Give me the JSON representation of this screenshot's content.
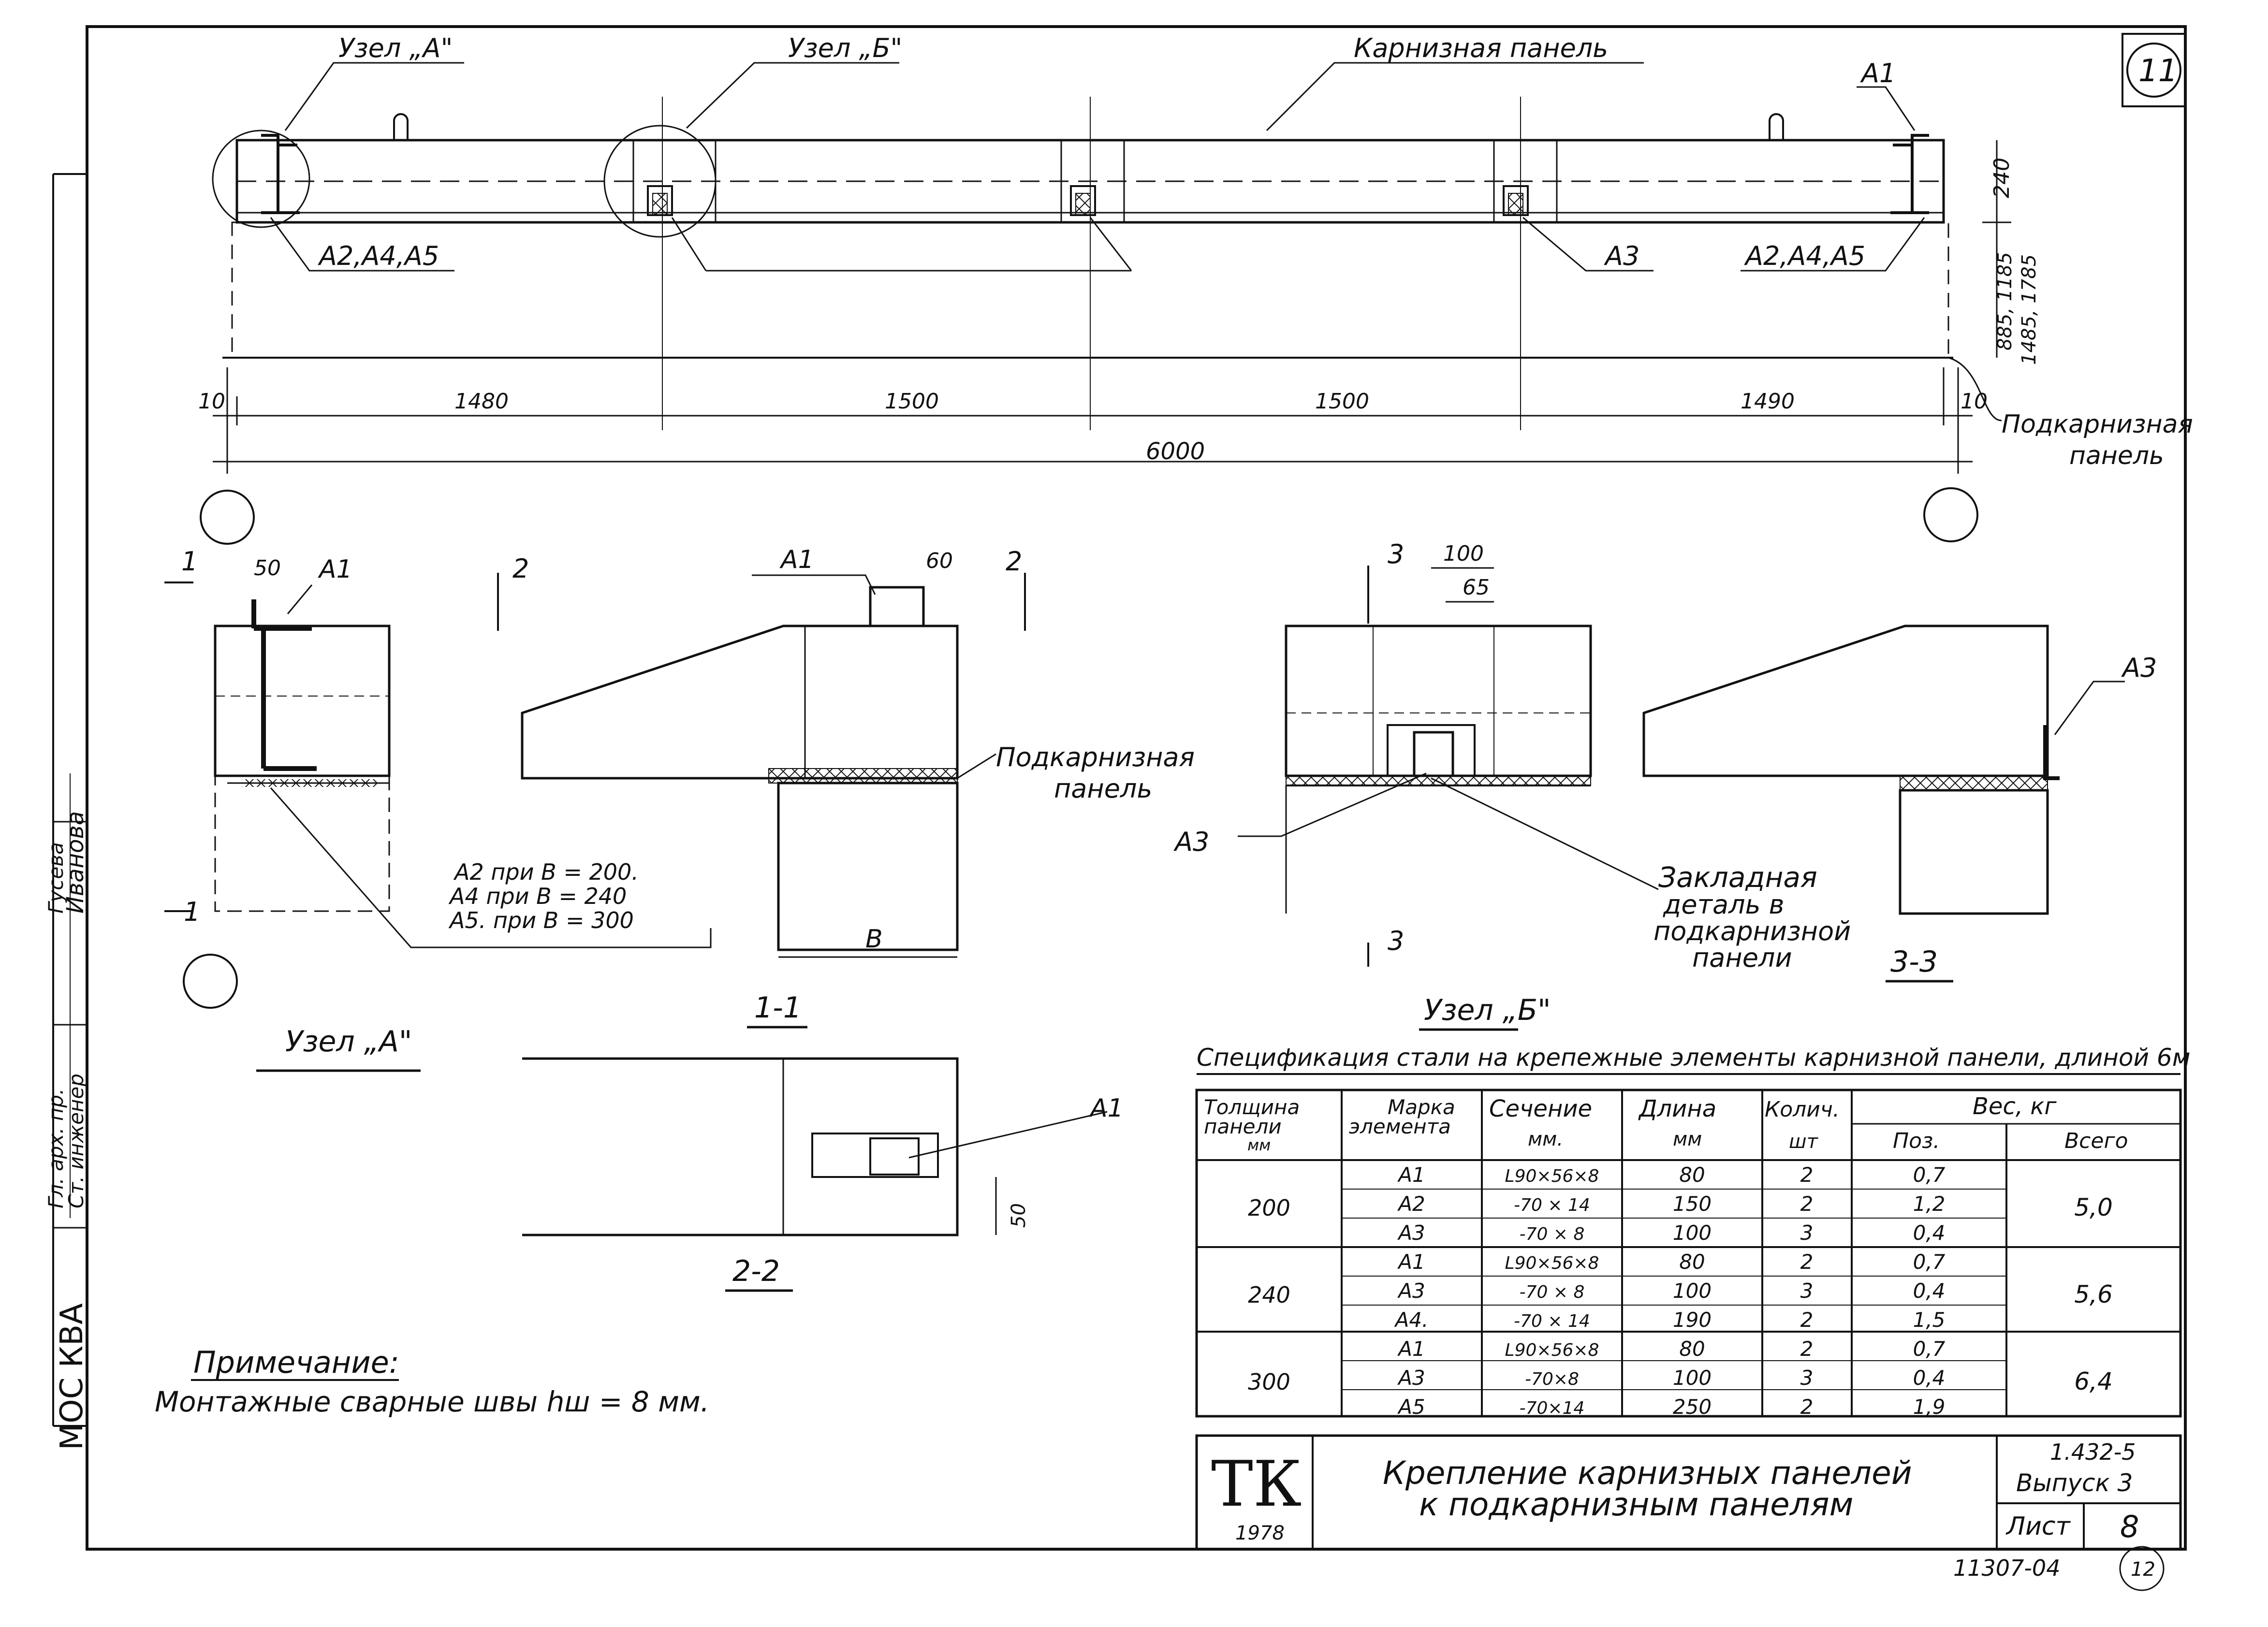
{
  "sheet": {
    "sheet_number_circle": "11",
    "title_lines": [
      "Крепление карнизных панелей",
      "к подкарнизным панелям"
    ],
    "logo": "ТК",
    "year": "1978",
    "series": "1.432-5",
    "issue": "Выпуск 3",
    "sheet_label": "Лист",
    "sheet_value": "8",
    "inventory_number": "11307-04",
    "bottom_right_number": "12",
    "city": "МОС КВА"
  },
  "stamp": {
    "roles": [
      "Гл. арх. пр.",
      "Ст. инженер"
    ],
    "names": [
      "Гусева",
      "Иванова"
    ]
  },
  "plan": {
    "callout_uzel_a": "Узел „А\"",
    "callout_uzel_b": "Узел „Б\"",
    "callout_panel": "Карнизная панель",
    "label_a1": "А1",
    "label_a2_a4_a5_left": "А2,А4,А5",
    "label_a2_a4_a5_right": "А2,А4,А5",
    "label_a3": "А3",
    "dim_240": "240",
    "dim_heights_1": "885, 1185",
    "dim_heights_2": "1485, 1785",
    "dims": [
      "10",
      "1480",
      "1500",
      "1500",
      "1490",
      "10"
    ],
    "dim_total": "6000",
    "sub_panel_label": [
      "Подкарнизная",
      "панель"
    ]
  },
  "node_a": {
    "section_mark_1": "1",
    "dim_50": "50",
    "label_a1": "А1",
    "legend": [
      "А2  при  В = 200.",
      "А4  при  В = 240",
      "А5.  при  В = 300"
    ],
    "title": "Узел „А\""
  },
  "section_1_1": {
    "section_mark_2": "2",
    "label_a1": "А1",
    "dim_60": "60",
    "sub_panel_label": [
      "Подкарнизная",
      "панель"
    ],
    "dim_b": "В",
    "title": "1-1"
  },
  "section_2_2": {
    "label_a1": "А1",
    "dim_50": "50",
    "title": "2-2"
  },
  "node_b": {
    "section_mark_3": "3",
    "dim_100": "100",
    "dim_65": "65",
    "label_a3": "А3",
    "embedded_label": [
      "Закладная",
      "деталь в",
      "подкарнизной",
      "панели"
    ],
    "title": "Узел „Б\""
  },
  "section_3_3": {
    "label_a3": "А3",
    "title": "3-3"
  },
  "note": {
    "heading": "Примечание:",
    "text": "Монтажные сварные швы  hш = 8 мм."
  },
  "spec_table": {
    "title": "Спецификация стали на крепежные элементы карнизной панели, длиной 6м",
    "headers": [
      "Толщина панели мм",
      "Марка элемента",
      "Сечение мм.",
      "Длина мм",
      "Колич. шт",
      "Вес, кг",
      "Поз.",
      "Всего"
    ],
    "groups": [
      {
        "thickness": "200",
        "total": "5,0",
        "rows": [
          [
            "А1",
            "L90×56×8",
            "80",
            "2",
            "0,7"
          ],
          [
            "А2",
            "-70 × 14",
            "150",
            "2",
            "1,2"
          ],
          [
            "А3",
            "-70 × 8",
            "100",
            "3",
            "0,4"
          ]
        ]
      },
      {
        "thickness": "240",
        "total": "5,6",
        "rows": [
          [
            "А1",
            "L90×56×8",
            "80",
            "2",
            "0,7"
          ],
          [
            "А3",
            "-70 × 8",
            "100",
            "3",
            "0,4"
          ],
          [
            "А4.",
            "-70 × 14",
            "190",
            "2",
            "1,5"
          ]
        ]
      },
      {
        "thickness": "300",
        "total": "6,4",
        "rows": [
          [
            "А1",
            "L90×56×8",
            "80",
            "2",
            "0,7"
          ],
          [
            "А3",
            "-70×8",
            "100",
            "3",
            "0,4"
          ],
          [
            "А5",
            "-70×14",
            "250",
            "2",
            "1,9"
          ]
        ]
      }
    ]
  }
}
